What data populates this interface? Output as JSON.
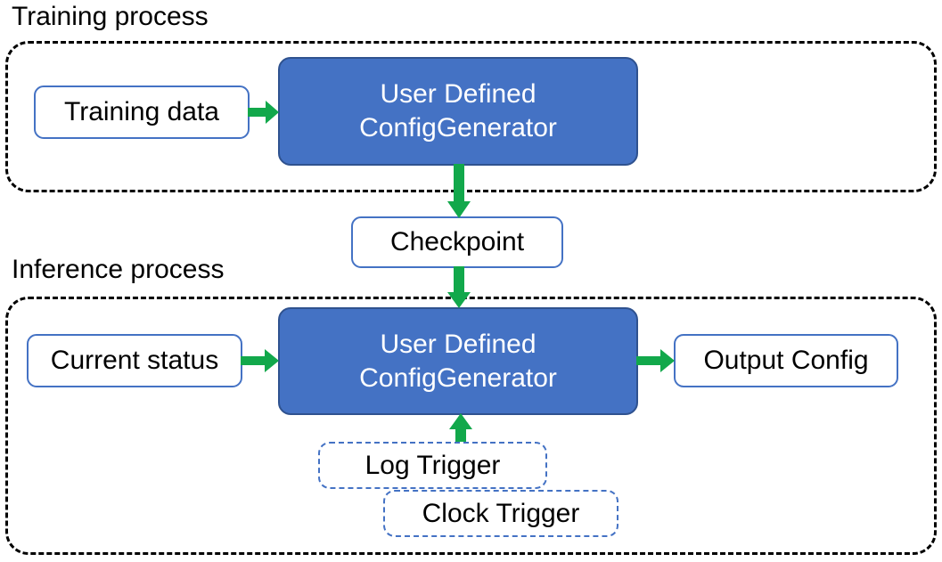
{
  "diagram": {
    "title_training": "Training process",
    "title_inference": "Inference process",
    "colors": {
      "accent_blue": "#4472C4",
      "blue_border": "#2F528F",
      "arrow_green": "#12A84B",
      "container_dash": "#000000",
      "box_fill": "#FFFFFF",
      "text": "#000000",
      "blue_box_text": "#FFFFFF"
    },
    "training": {
      "input_box": "Training data",
      "generator_line1": "User Defined",
      "generator_line2": "ConfigGenerator"
    },
    "checkpoint": {
      "label": "Checkpoint"
    },
    "inference": {
      "input_box": "Current status",
      "generator_line1": "User Defined",
      "generator_line2": "ConfigGenerator",
      "output_box": "Output Config",
      "triggers": [
        {
          "label": "Log Trigger"
        },
        {
          "label": "Clock Trigger"
        }
      ]
    },
    "arrows": [
      {
        "name": "training-data-to-generator",
        "direction": "right"
      },
      {
        "name": "generator-to-checkpoint",
        "direction": "down"
      },
      {
        "name": "checkpoint-to-generator",
        "direction": "down"
      },
      {
        "name": "status-to-generator",
        "direction": "right"
      },
      {
        "name": "generator-to-output",
        "direction": "right"
      },
      {
        "name": "trigger-to-generator",
        "direction": "up"
      }
    ]
  }
}
